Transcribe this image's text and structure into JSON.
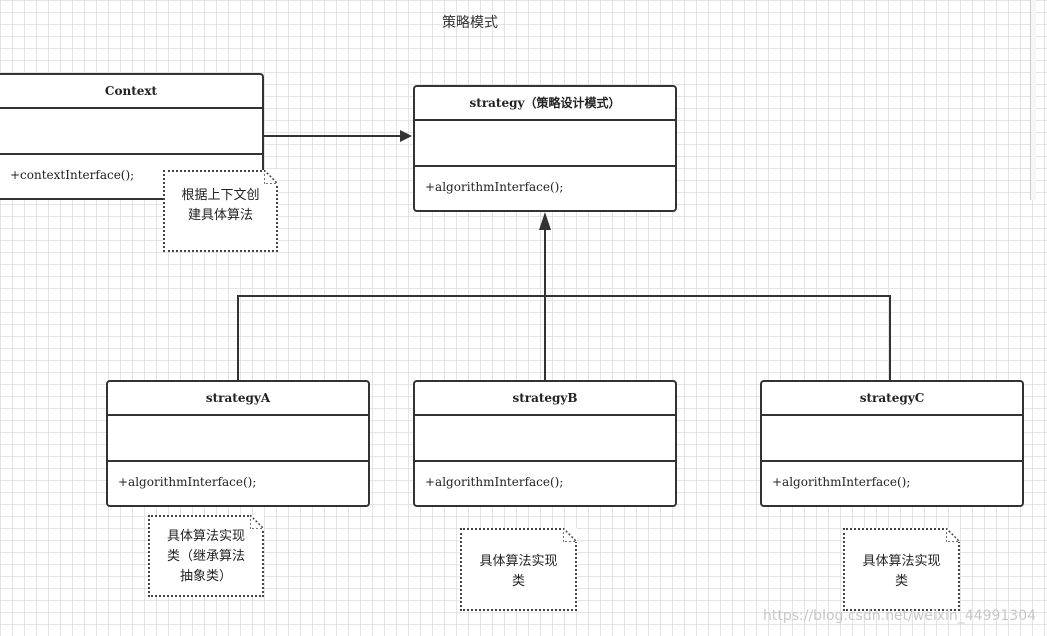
{
  "title": "策略模式",
  "context": {
    "name": "Context",
    "operation": "+contextInterface();"
  },
  "strategy": {
    "name": "strategy（策略设计模式）",
    "operation": "+algorithmInterface();"
  },
  "strategy_a": {
    "name": "strategyA",
    "operation": "+algorithmInterface();"
  },
  "strategy_b": {
    "name": "strategyB",
    "operation": "+algorithmInterface();"
  },
  "strategy_c": {
    "name": "strategyC",
    "operation": "+algorithmInterface();"
  },
  "notes": {
    "context_note": [
      "根据上下文创",
      "建具体算法"
    ],
    "note_a": [
      "具体算法实现",
      "类（继承算法",
      "抽象类）"
    ],
    "note_b": [
      "具体算法实现",
      "类"
    ],
    "note_c": [
      "具体算法实现",
      "类"
    ]
  },
  "watermark": "https://blog.csdn.net/weixin_44991304"
}
